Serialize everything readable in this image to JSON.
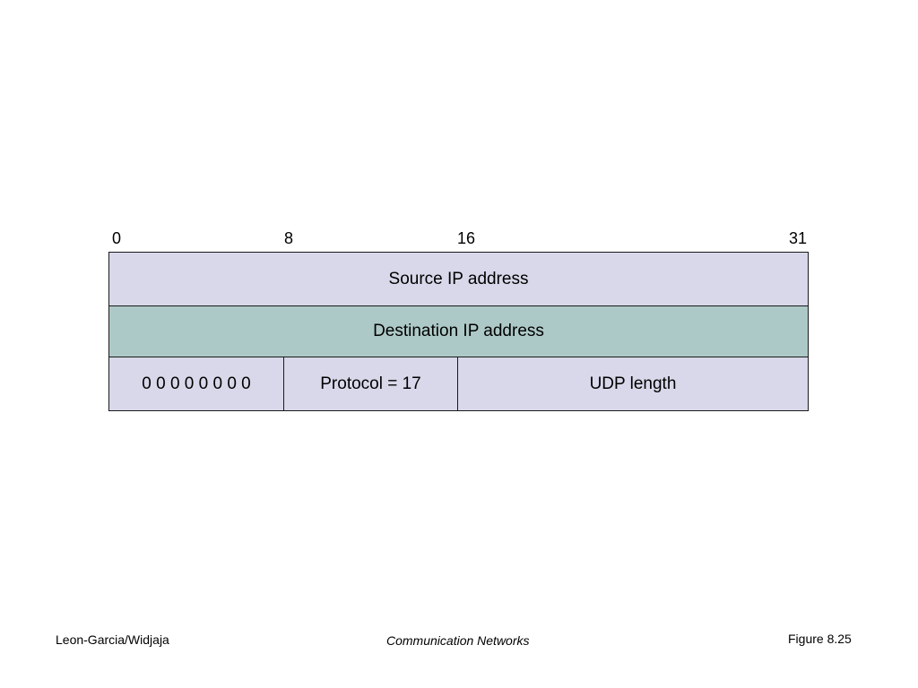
{
  "bit_positions": {
    "start": "0",
    "byte_1": "8",
    "byte_2": "16",
    "end": "31"
  },
  "rows": {
    "source": {
      "label": "Source IP address",
      "fill": "#d8d8ea"
    },
    "destination": {
      "label": "Destination IP address",
      "fill": "#adc9c7"
    },
    "third": {
      "zeros": "0 0 0 0 0 0 0 0",
      "protocol": "Protocol = 17",
      "udp_length": "UDP length",
      "fill": "#d8d8ea"
    }
  },
  "footer": {
    "authors": "Leon-Garcia/Widjaja",
    "book": "Communication Networks",
    "figure": "Figure 8.25"
  }
}
